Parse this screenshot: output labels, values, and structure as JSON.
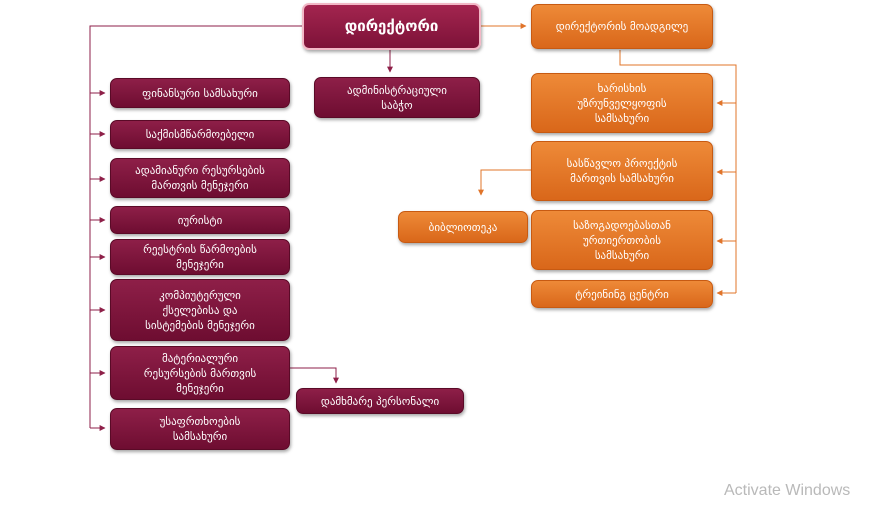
{
  "colors": {
    "maroon": "#7a1238",
    "orange": "#e0742a",
    "line_left": "#8e1f48",
    "line_right": "#e0742a"
  },
  "nodes": {
    "director": "დირექტორი",
    "deputy": "დირექტორის მოადგილე",
    "admin": "ადმინისტრაციული\nსაბჭო",
    "finance": "ფინანსური სამსახური",
    "records": "საქმისმწარმოებელი",
    "hr": "ადამიანური რესურსების\nმართვის მენეჯერი",
    "lawyer": "იურისტი",
    "registry": "რეესტრის წარმოების\nმენეჯერი",
    "it": "კომპიუტერული\nქსელებისა და\nსისტემების მენეჯერი",
    "material": "მატერიალური\nრესურსების მართვის\nმენეჯერი",
    "support_staff": "დამხმარე პერსონალი",
    "security": "უსაფრთხოების\nსამსახური",
    "quality": "ხარისხის\nუზრუნველყოფის\nსამსახური",
    "projects": "სასწავლო პროექტის\nმართვის სამსახური",
    "library": "ბიბლიოთეკა",
    "public_relations": "საზოგადოებასთან\nურთიერთობის\nსამსახური",
    "training": "ტრეინინგ ცენტრი"
  },
  "watermark": "Activate Windows"
}
